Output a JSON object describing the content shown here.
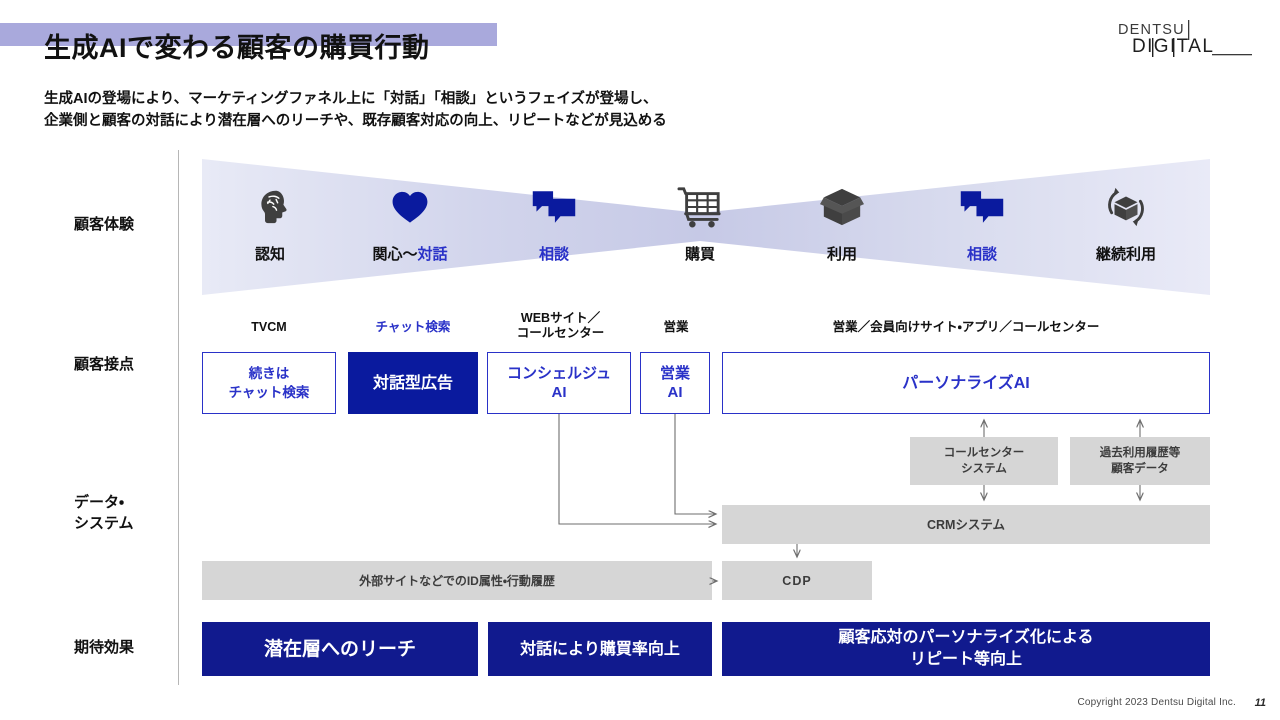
{
  "header": {
    "title": "生成AIで変わる顧客の購買行動",
    "subtitle_line1": "生成AIの登場により、マーケティングファネル上に「対話」「相談」というフェイズが登場し、",
    "subtitle_line2": "企業側と顧客の対話により潜在層へのリーチや、既存顧客対応の向上、リピートなどが見込める",
    "logo_line1": "DENTSU",
    "logo_line2": "DIGITAL"
  },
  "footer": {
    "copyright": "Copyright 2023 Dentsu Digital Inc.",
    "page_number": "11"
  },
  "row_labels": {
    "customer_experience": "顧客体験",
    "customer_touchpoints": "顧客接点",
    "data_systems_line1": "データ・",
    "data_systems_line2": "システム",
    "expected_effects": "期待効果"
  },
  "funnel": {
    "stages": [
      {
        "icon": "brain-head-icon",
        "label": "認知",
        "label_blue": "",
        "accent": "dark"
      },
      {
        "icon": "heart-icon",
        "label": "関心〜",
        "label_blue": "対話",
        "accent": "blue"
      },
      {
        "icon": "chat-bubbles-icon",
        "label": "",
        "label_blue": "相談",
        "accent": "blue"
      },
      {
        "icon": "shopping-cart-icon",
        "label": "購買",
        "label_blue": "",
        "accent": "dark"
      },
      {
        "icon": "open-box-icon",
        "label": "利用",
        "label_blue": "",
        "accent": "dark"
      },
      {
        "icon": "chat-bubbles-icon",
        "label": "",
        "label_blue": "相談",
        "accent": "blue"
      },
      {
        "icon": "box-recycle-icon",
        "label": "継続利用",
        "label_blue": "",
        "accent": "dark"
      }
    ],
    "fill_color": "#c3c6e8"
  },
  "touchpoints": {
    "headers": [
      {
        "text": "TVCM",
        "blue": false
      },
      {
        "text": "チャット検索",
        "blue": true
      },
      {
        "text": "WEBサイト／\nコールセンター",
        "blue": false
      },
      {
        "text": "営業",
        "blue": false
      },
      {
        "text": "営業／会員向けサイト・アプリ／コールセンター",
        "blue": false
      }
    ],
    "boxes": [
      {
        "name": "chat-search-box",
        "text": "続きは\nチャット検索",
        "style": "outline"
      },
      {
        "name": "conversational-ad-box",
        "text": "対話型広告",
        "style": "filled"
      },
      {
        "name": "concierge-ai-box",
        "text": "コンシェルジュ\nAI",
        "style": "outline"
      },
      {
        "name": "sales-ai-box",
        "text": "営業\nAI",
        "style": "outline"
      },
      {
        "name": "personalize-ai-box",
        "text": "パーソナライズAI",
        "style": "outline"
      }
    ]
  },
  "data_systems": {
    "boxes": [
      {
        "name": "callcenter-system-box",
        "text": "コールセンター\nシステム"
      },
      {
        "name": "customer-data-box",
        "text": "過去利用履歴等\n顧客データ"
      },
      {
        "name": "crm-system-box",
        "text": "CRMシステム"
      },
      {
        "name": "external-id-box",
        "text": "外部サイトなどでのID属性・行動履歴"
      },
      {
        "name": "cdp-box",
        "text": "CDP"
      }
    ]
  },
  "expected_effects": {
    "boxes": [
      {
        "name": "reach-latent-box",
        "line1": "潜在層へのリーチ",
        "line2": ""
      },
      {
        "name": "conversion-up-box",
        "line1": "対話により購買率向上",
        "line2": ""
      },
      {
        "name": "repeat-up-box",
        "line1": "顧客応対のパーソナライズ化による",
        "line2": "リピート等向上"
      }
    ]
  },
  "colors": {
    "accent_blue": "#2a32c8",
    "deep_blue": "#0a1a9e",
    "effect_blue": "#111a8e",
    "title_highlight": "#a9a9dc",
    "gray_box": "#d6d6d6"
  }
}
